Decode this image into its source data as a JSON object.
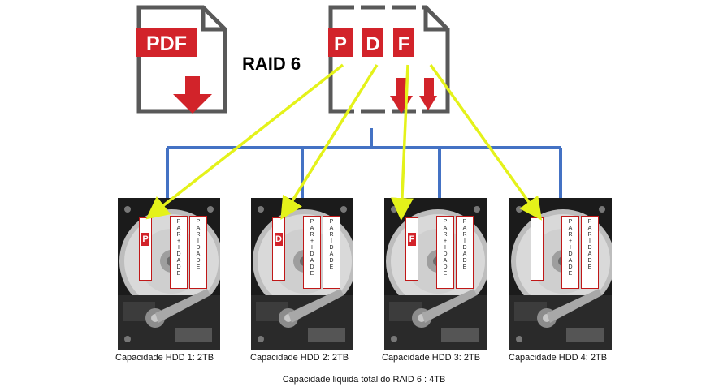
{
  "title": "RAID 6",
  "pdf_icon": {
    "label": "PDF",
    "color": "#d2232a"
  },
  "split_letters": [
    "P",
    "D",
    "F"
  ],
  "drives": [
    {
      "label": "Capacidade HDD 1: 2TB",
      "chunk": "P",
      "parity_a": "PAR+IDADE",
      "parity_b": "PARIDADE"
    },
    {
      "label": "Capacidade HDD 2: 2TB",
      "chunk": "D",
      "parity_a": "PAR+IDADE",
      "parity_b": "PARIDADE"
    },
    {
      "label": "Capacidade HDD 3: 2TB",
      "chunk": "F",
      "parity_a": "PAR+IDADE",
      "parity_b": "PARIDADE"
    },
    {
      "label": "Capacidade HDD 4: 2TB",
      "chunk": "",
      "parity_a": "PAR+IDADE",
      "parity_b": "PARIDADE"
    }
  ],
  "total_label": "Capacidade liquida total do RAID 6 : 4TB",
  "colors": {
    "bus": "#4472c4",
    "arrow": "#e4f21a",
    "red": "#d2232a"
  }
}
